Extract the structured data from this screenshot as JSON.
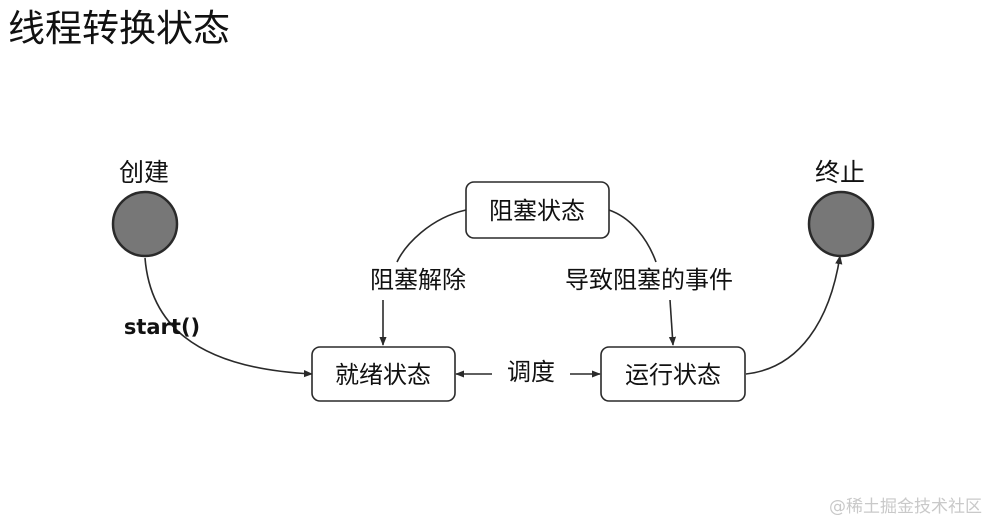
{
  "title": "线程转换状态",
  "watermark": "@稀土掘金技术社区",
  "diagram": {
    "nodes": {
      "create": "创建",
      "terminate": "终止",
      "blocked": "阻塞状态",
      "ready": "就绪状态",
      "running": "运行状态"
    },
    "edges": {
      "start": "start()",
      "unblock": "阻塞解除",
      "block_event": "导致阻塞的事件",
      "schedule": "调度"
    },
    "colors": {
      "terminal_fill": "#777777",
      "stroke": "#2a2a2a",
      "box_fill": "#ffffff"
    }
  }
}
